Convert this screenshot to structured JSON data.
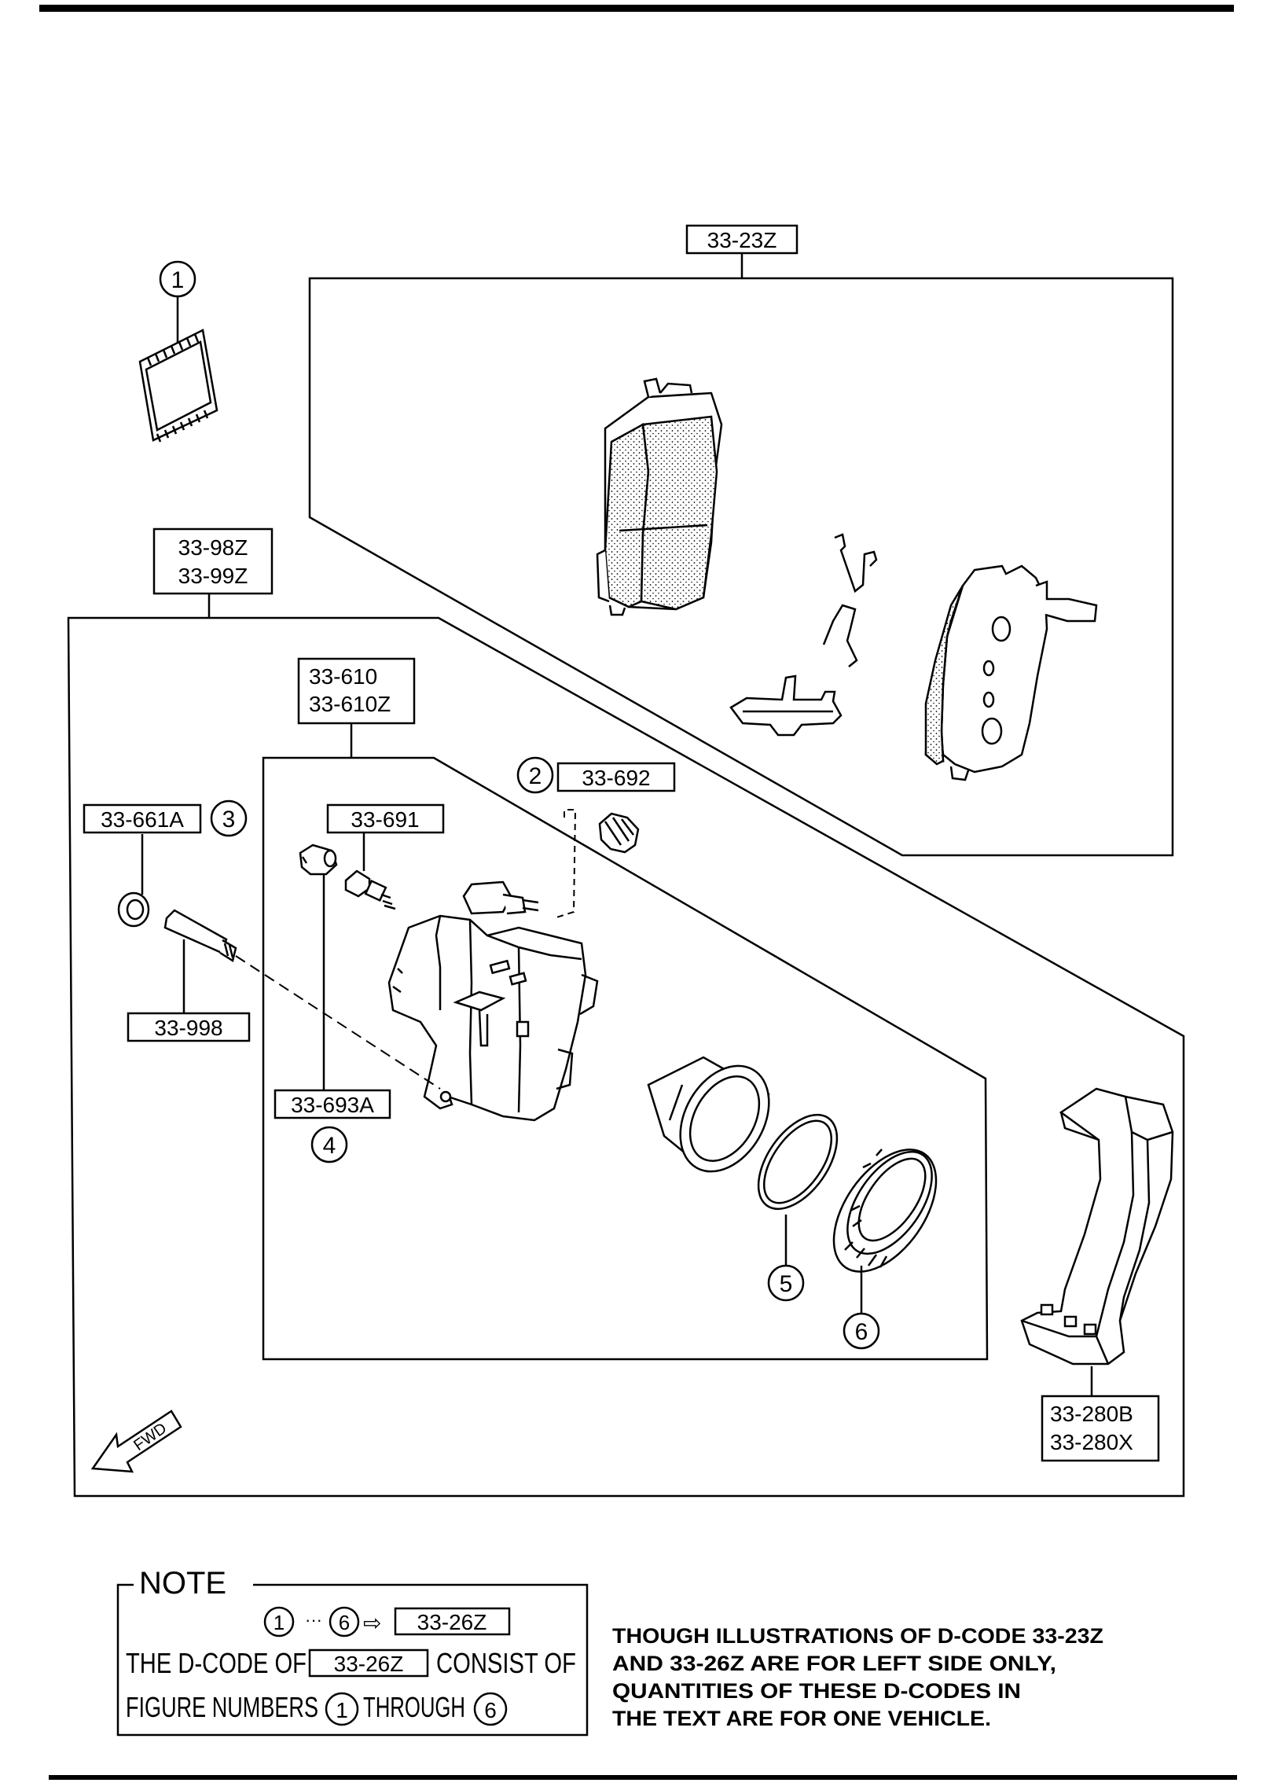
{
  "parts": {
    "pad_kit": "33-23Z",
    "caliper_assy_1": "33-98Z",
    "caliper_assy_2": "33-99Z",
    "caliper_body_1": "33-610",
    "caliper_body_2": "33-610Z",
    "dust_boot": "33-692",
    "bleeder": "33-691",
    "bushing": "33-661A",
    "guide_pin": "33-998",
    "bleeder_cap": "33-693A",
    "mounting_bracket_1": "33-280B",
    "mounting_bracket_2": "33-280X"
  },
  "circles": {
    "n1": "1",
    "n2": "2",
    "n3": "3",
    "n4": "4",
    "n5": "5",
    "n6": "6"
  },
  "fwd_label": "FWD",
  "note": {
    "title": "NOTE",
    "ellipsis": "···",
    "arrow": "⇨",
    "kit_code": "33-26Z",
    "line2_a": "THE D-CODE OF",
    "line2_b": "CONSIST OF",
    "line3_a": "FIGURE NUMBERS",
    "line3_b": "THROUGH"
  },
  "caption_lines": [
    "THOUGH ILLUSTRATIONS OF D-CODE 33-23Z",
    "AND 33-26Z ARE FOR LEFT SIDE ONLY,",
    "QUANTITIES OF THESE D-CODES IN",
    "THE TEXT ARE FOR ONE VEHICLE."
  ]
}
